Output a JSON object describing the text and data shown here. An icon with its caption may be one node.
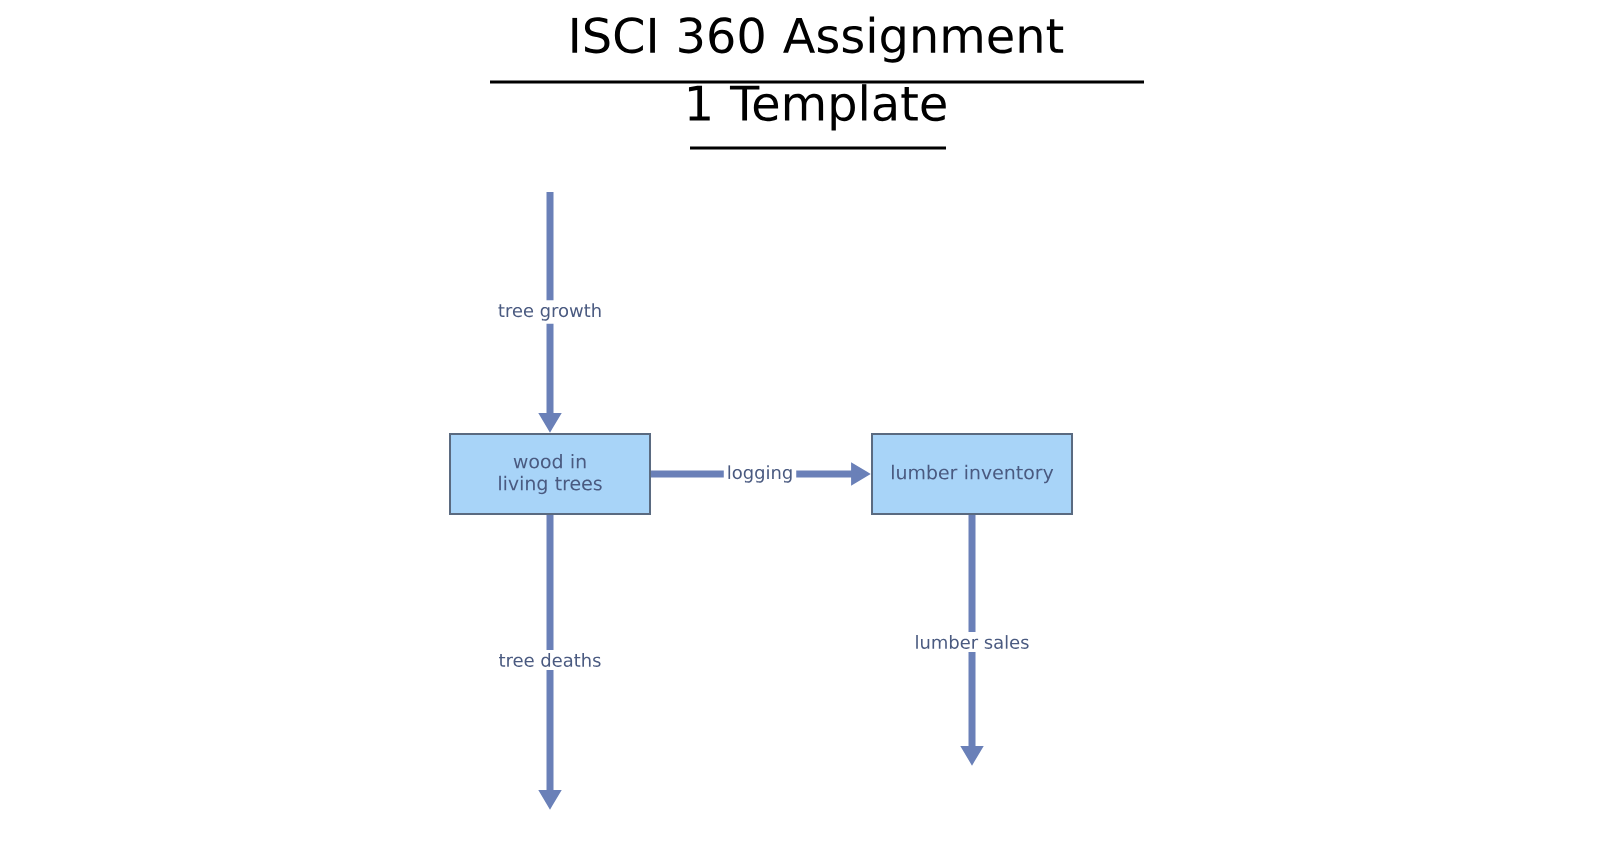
{
  "diagram": {
    "title": "ISCI 360 Assignment 1 Template",
    "nodes": [
      {
        "text": [
          "wood in living trees"
        ]
      },
      {
        "text": [
          "lumber inventory"
        ]
      }
    ],
    "edges": [
      {
        "from": null,
        "to": 0,
        "arrow": "to",
        "label": "tree growth"
      },
      {
        "from": 0,
        "to": 1,
        "arrow": "to",
        "label": "logging"
      },
      {
        "from": 0,
        "to": null,
        "arrow": "to",
        "label": "tree deaths"
      },
      {
        "from": 1,
        "to": null,
        "arrow": "to",
        "label": "lumber sales"
      }
    ]
  }
}
